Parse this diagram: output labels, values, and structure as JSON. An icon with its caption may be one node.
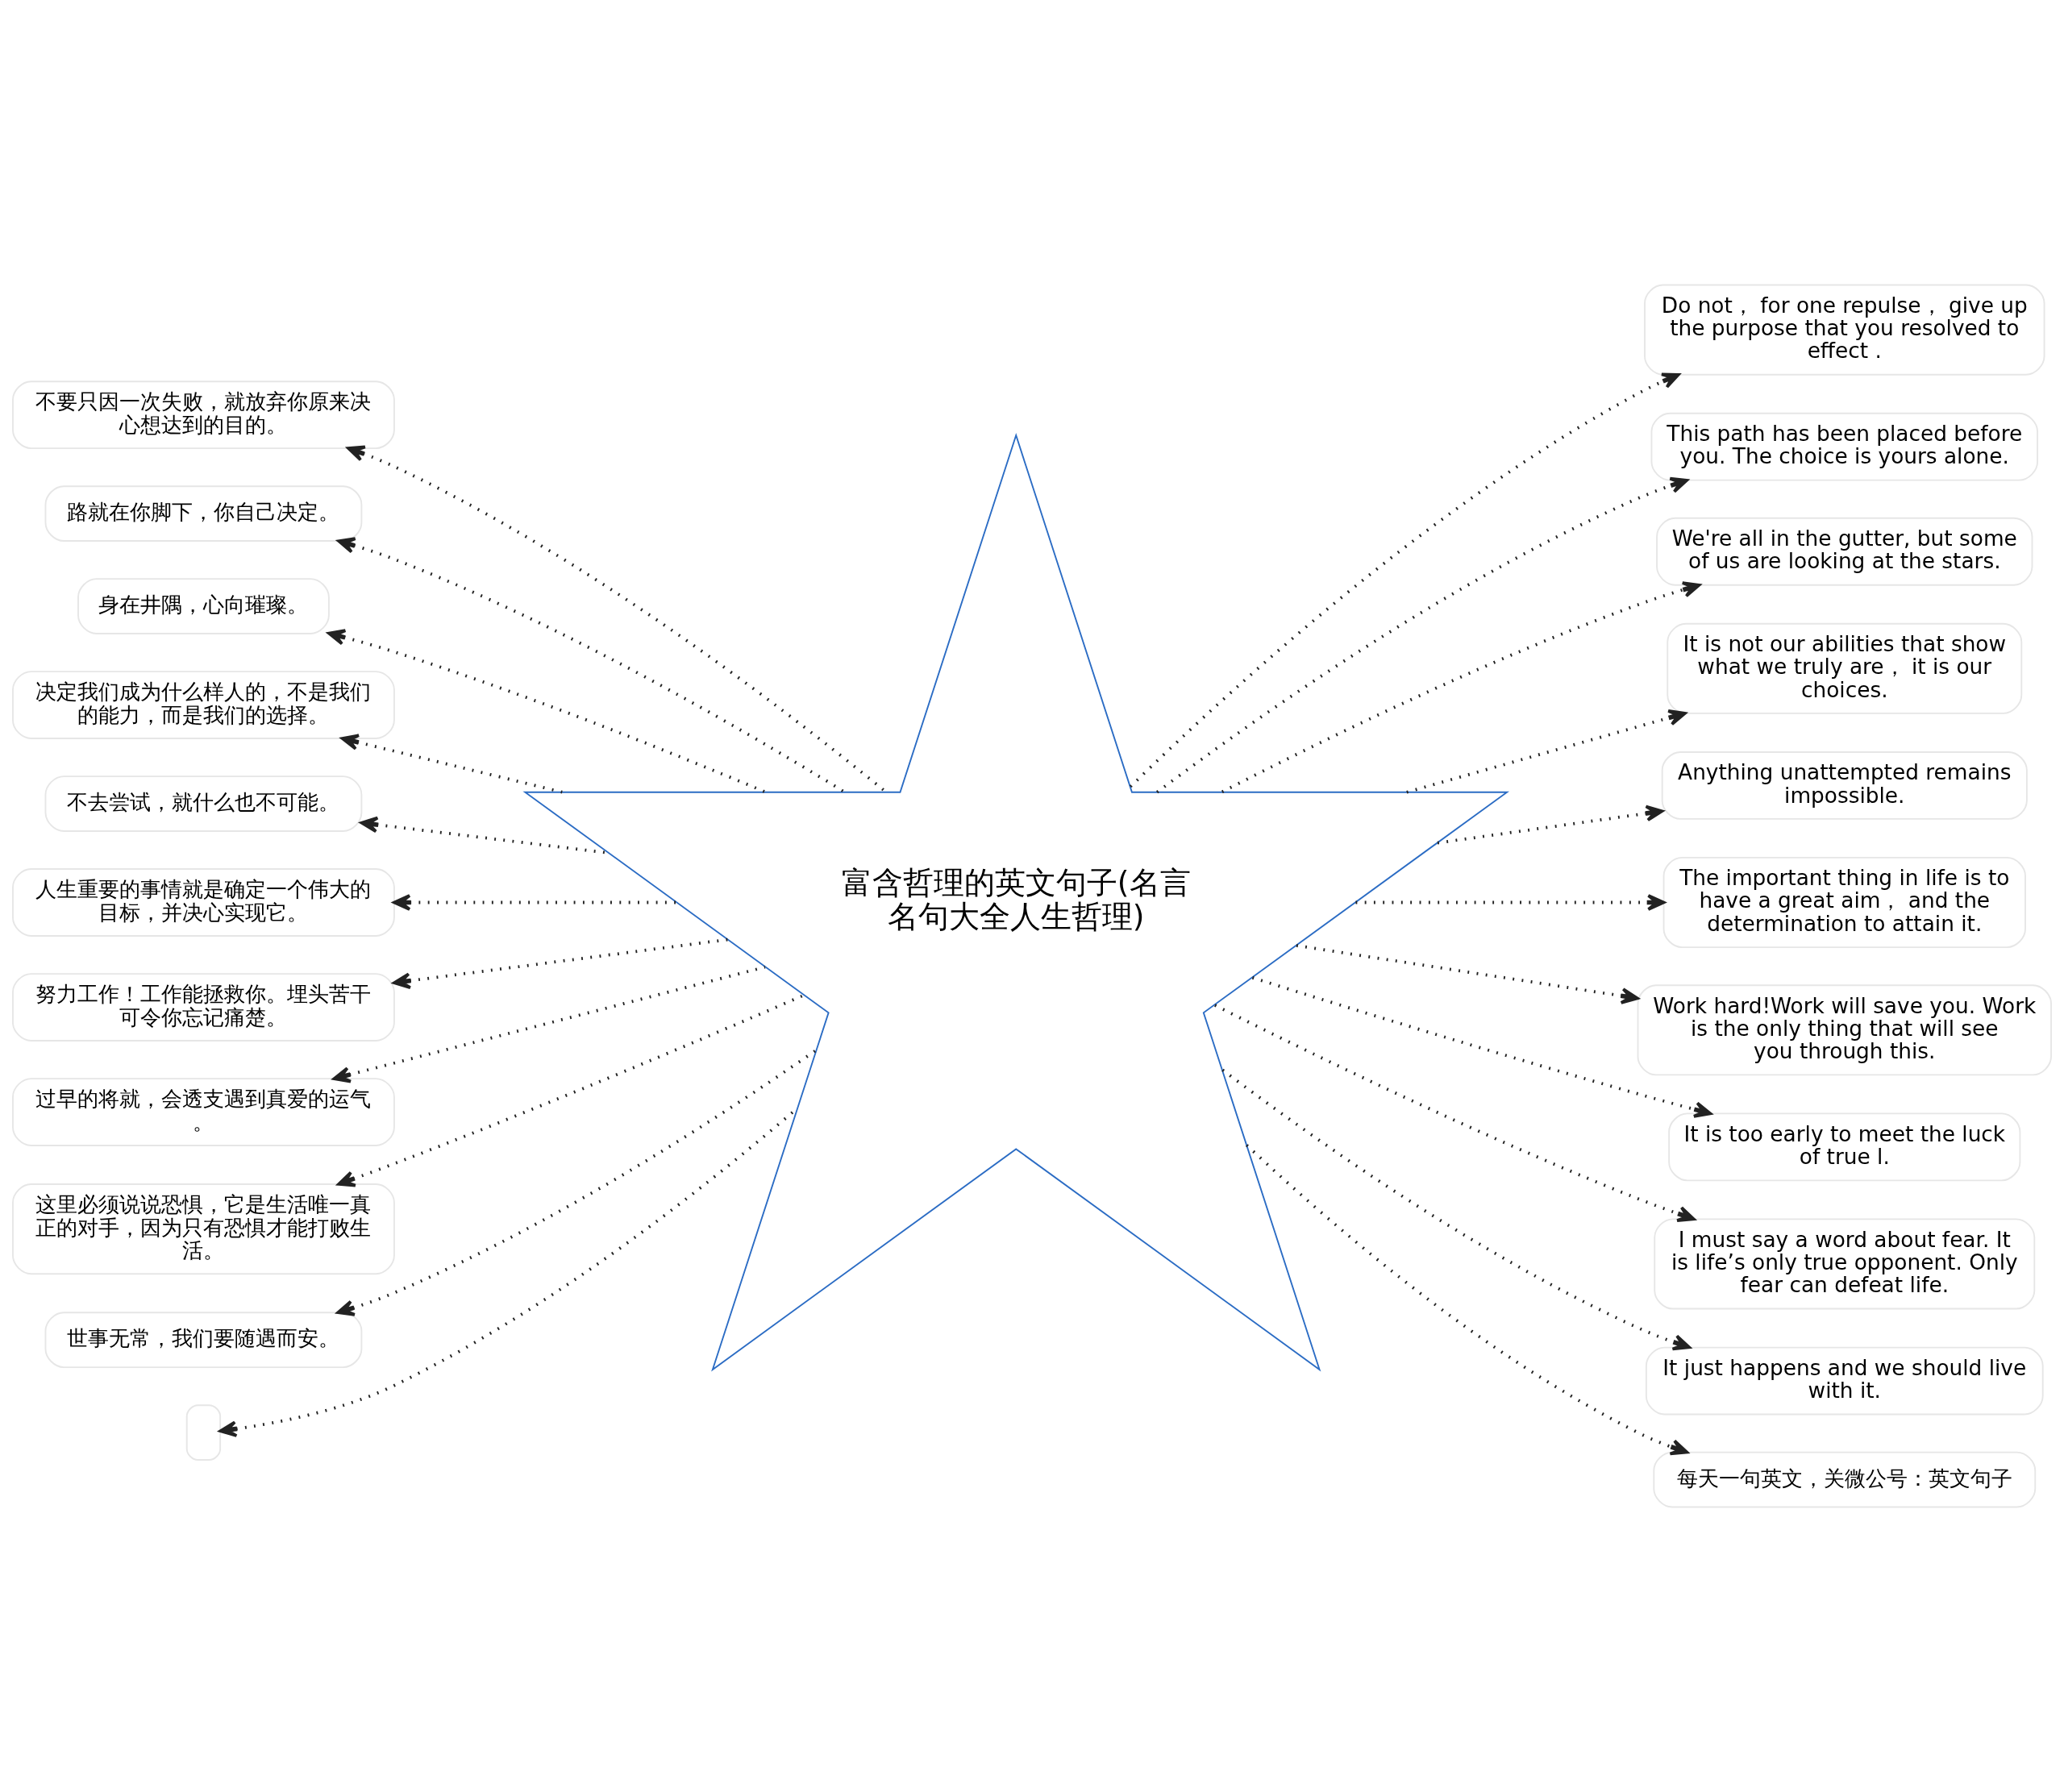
{
  "diagram": {
    "nodes": [
      {
        "text": [
          "富含哲理的英文句子(名言名句大全人生哲理)"
        ]
      },
      {
        "text": [
          "不要只因一次失败，就放弃你原来决心想达到的目的。"
        ]
      },
      {
        "text": [
          "路就在你脚下，你自己决定。"
        ]
      },
      {
        "text": [
          "身在井隅，心向璀璨。"
        ]
      },
      {
        "text": [
          "决定我们成为什么样人的，不是我们的能力，而是我们的选择。"
        ]
      },
      {
        "text": [
          "不去尝试，就什么也不可能。"
        ]
      },
      {
        "text": [
          "人生重要的事情就是确定一个伟大的目标，并决心实现它。"
        ]
      },
      {
        "text": [
          "努力工作！工作能拯救你。埋头苦干可令你忘记痛楚。"
        ]
      },
      {
        "text": [
          "过早的将就，会透支遇到真爱的运气。"
        ]
      },
      {
        "text": [
          "这里必须说说恐惧，它是生活唯一真正的对手，因为只有恐惧才能打败生活。"
        ]
      },
      {
        "text": [
          "世事无常，我们要随遇而安。"
        ]
      },
      {
        "text": [],
        "shape": "box"
      },
      {
        "text": [
          "Do not， for one repulse， give up the purpose that you resolved to effect ."
        ]
      },
      {
        "text": [
          "This path has been placed before you. The choice is yours alone."
        ]
      },
      {
        "text": [
          "We're all in the gutter, but some of us are looking at the stars."
        ]
      },
      {
        "text": [
          "It is not our abilities that show what we truly are， it is our choices."
        ]
      },
      {
        "text": [
          "Anything unattempted remains impossible."
        ]
      },
      {
        "text": [
          "The important thing in life is to have a great aim， and the determination to attain it."
        ]
      },
      {
        "text": [
          "Work hard!Work will save you. Work is the only thing that will see you through this."
        ]
      },
      {
        "text": [
          "It is too early to meet the luck of true l."
        ]
      },
      {
        "text": [
          "I must say a word about fear. It is life’s only true opponent. Only fear can defeat life."
        ]
      },
      {
        "text": [
          "It just happens and we should live with it."
        ]
      },
      {
        "text": [
          "每天一句英文，关微公号：英文句子"
        ]
      }
    ],
    "edges": [
      {
        "from": 0,
        "to": 1,
        "arrow": "to",
        "style": "dashed"
      },
      {
        "from": 0,
        "to": 2,
        "arrow": "to",
        "style": "dashed"
      },
      {
        "from": 0,
        "to": 3,
        "arrow": "to",
        "style": "dashed"
      },
      {
        "from": 0,
        "to": 4,
        "arrow": "to",
        "style": "dashed"
      },
      {
        "from": 0,
        "to": 5,
        "arrow": "to",
        "style": "dashed"
      },
      {
        "from": 0,
        "to": 6,
        "arrow": "to",
        "style": "dashed"
      },
      {
        "from": 0,
        "to": 7,
        "arrow": "to",
        "style": "dashed"
      },
      {
        "from": 0,
        "to": 8,
        "arrow": "to",
        "style": "dashed"
      },
      {
        "from": 0,
        "to": 9,
        "arrow": "to",
        "style": "dashed"
      },
      {
        "from": 0,
        "to": 10,
        "arrow": "to",
        "style": "dashed"
      },
      {
        "from": 0,
        "to": 11,
        "arrow": "to",
        "style": "dashed"
      },
      {
        "from": 0,
        "to": 12,
        "arrow": "to",
        "style": "dashed"
      },
      {
        "from": 0,
        "to": 13,
        "arrow": "to",
        "style": "dashed"
      },
      {
        "from": 0,
        "to": 14,
        "arrow": "to",
        "style": "dashed"
      },
      {
        "from": 0,
        "to": 15,
        "arrow": "to",
        "style": "dashed"
      },
      {
        "from": 0,
        "to": 16,
        "arrow": "to",
        "style": "dashed"
      },
      {
        "from": 0,
        "to": 17,
        "arrow": "to",
        "style": "dashed"
      },
      {
        "from": 0,
        "to": 18,
        "arrow": "to",
        "style": "dashed"
      },
      {
        "from": 0,
        "to": 19,
        "arrow": "to",
        "style": "dashed"
      },
      {
        "from": 0,
        "to": 20,
        "arrow": "to",
        "style": "dashed"
      },
      {
        "from": 0,
        "to": 21,
        "arrow": "to",
        "style": "dashed"
      },
      {
        "from": 0,
        "to": 22,
        "arrow": "to",
        "style": "dashed"
      }
    ]
  }
}
